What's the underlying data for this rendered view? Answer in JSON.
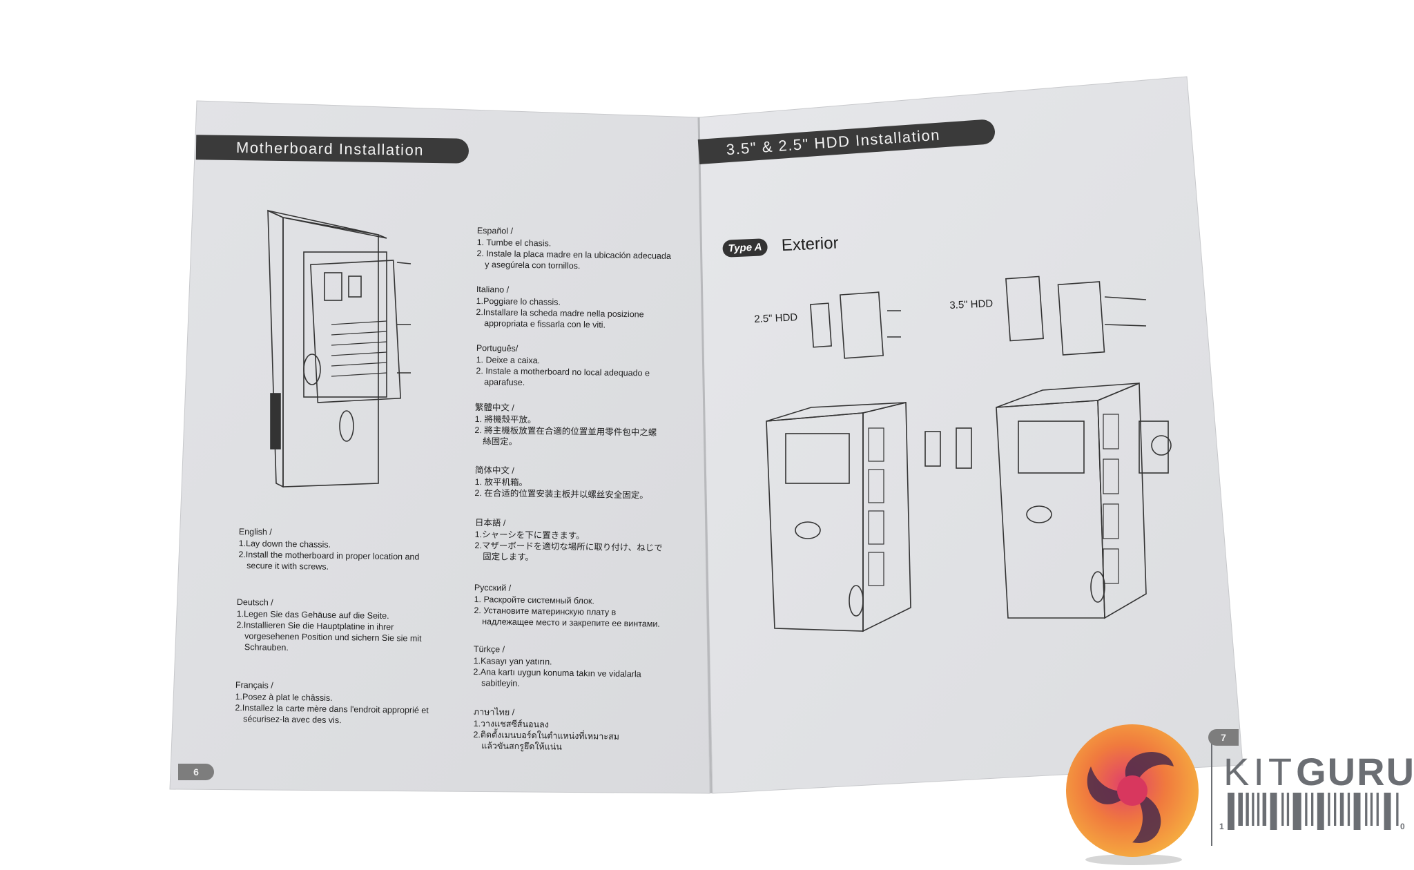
{
  "left_page": {
    "title": "Motherboard Installation",
    "page_number": "6",
    "col1": [
      {
        "heading": "English /",
        "lines": [
          "1.Lay down the chassis.",
          "2.Install the motherboard in proper location and",
          "secure it with screws."
        ]
      },
      {
        "heading": "Deutsch /",
        "lines": [
          "1.Legen Sie das Gehäuse auf die Seite.",
          "2.Installieren Sie die Hauptplatine in ihrer",
          "vorgesehenen Position und sichern Sie sie mit",
          "Schrauben."
        ]
      },
      {
        "heading": "Français /",
        "lines": [
          "1.Posez à plat le châssis.",
          "2.Installez la carte mère dans l'endroit approprié et",
          "sécurisez-la avec des vis."
        ]
      }
    ],
    "col2": [
      {
        "heading": "Español /",
        "lines": [
          "1. Tumbe el chasis.",
          "2. Instale la placa madre en la ubicación adecuada",
          "y asegúrela con tornillos."
        ]
      },
      {
        "heading": "Italiano /",
        "lines": [
          "1.Poggiare lo chassis.",
          "2.Installare la scheda madre nella posizione",
          "appropriata e fissarla con le viti."
        ]
      },
      {
        "heading": "Português/",
        "lines": [
          "1. Deixe a caixa.",
          "2. Instale a motherboard no local adequado e",
          "aparafuse."
        ]
      },
      {
        "heading": "繁體中文 /",
        "lines": [
          "1. 將機殼平放。",
          "2. 將主機板放置在合適的位置並用零件包中之螺",
          "絲固定。"
        ]
      },
      {
        "heading": "简体中文 /",
        "lines": [
          "1. 放平机箱。",
          "2. 在合适的位置安装主板并以螺丝安全固定。"
        ]
      },
      {
        "heading": "日本語 /",
        "lines": [
          "1.シャーシを下に置きます。",
          "2.マザーボードを適切な場所に取り付け、ねじで",
          "固定します。"
        ]
      },
      {
        "heading": "Русский /",
        "lines": [
          "1. Раскройте системный блок.",
          "2. Установите материнскую плату в",
          "надлежащее место и закрепите ее винтами."
        ]
      },
      {
        "heading": "Türkçe /",
        "lines": [
          "1.Kasayı yan yatırın.",
          "2.Ana kartı uygun konuma takın ve vidalarla",
          "sabitleyin."
        ]
      },
      {
        "heading": "ภาษาไทย /",
        "lines": [
          "1.วางแชสซีส์นอนลง",
          "2.ติดตั้งเมนบอร์ดในตำแหน่งที่เหมาะสม",
          "แล้วขันสกรูยึดให้แน่น"
        ]
      }
    ]
  },
  "right_page": {
    "title": "3.5\" & 2.5\" HDD Installation",
    "page_number": "7",
    "type_badge": "Type A",
    "subtitle": "Exterior",
    "label_25": "2.5\" HDD",
    "label_35": "3.5\" HDD"
  },
  "watermark": {
    "brand_light": "KIT",
    "brand_bold": "GURU",
    "barcode_left": "1",
    "barcode_right": "0",
    "colors": {
      "gray": "#6b6e73",
      "orange": "#f5a43a",
      "magenta": "#d8375e",
      "purple": "#4a2a4a"
    }
  }
}
